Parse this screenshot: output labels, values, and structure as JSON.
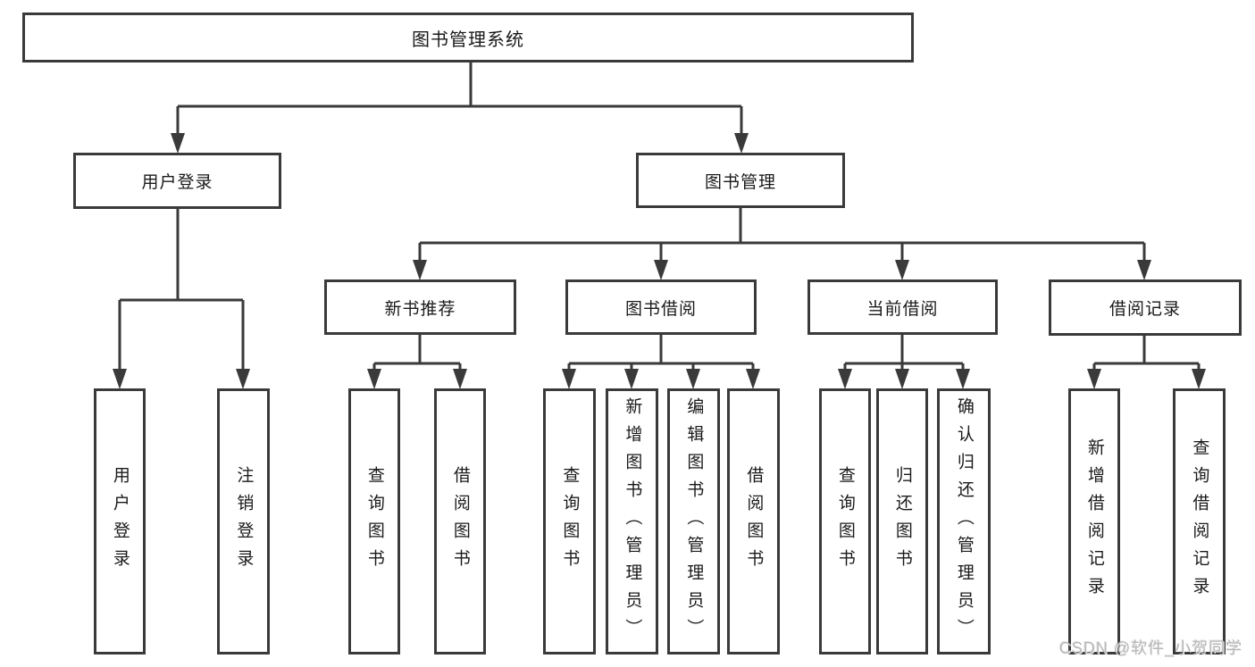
{
  "diagram_type": "hierarchy-tree",
  "colors": {
    "line": "#3a3a3a",
    "box_border": "#3a3a3a",
    "box_fill": "#ffffff",
    "text": "#1a1a1a",
    "background": "#ffffff",
    "watermark": "#b7b7b7"
  },
  "tree": {
    "label": "图书管理系统",
    "children": [
      {
        "label": "用户登录",
        "children": [
          {
            "label": "用户登录"
          },
          {
            "label": "注销登录"
          }
        ]
      },
      {
        "label": "图书管理",
        "children": [
          {
            "label": "新书推荐",
            "children": [
              {
                "label": "查询图书"
              },
              {
                "label": "借阅图书"
              }
            ]
          },
          {
            "label": "图书借阅",
            "children": [
              {
                "label": "查询图书"
              },
              {
                "label": "新增图书（管理员）"
              },
              {
                "label": "编辑图书（管理员）"
              },
              {
                "label": "借阅图书"
              }
            ]
          },
          {
            "label": "当前借阅",
            "children": [
              {
                "label": "查询图书"
              },
              {
                "label": "归还图书"
              },
              {
                "label": "确认归还（管理员）"
              }
            ]
          },
          {
            "label": "借阅记录",
            "children": [
              {
                "label": "新增借阅记录"
              },
              {
                "label": "查询借阅记录"
              }
            ]
          }
        ]
      }
    ]
  },
  "watermark": {
    "text": "CSDN @软件_小贺同学"
  }
}
